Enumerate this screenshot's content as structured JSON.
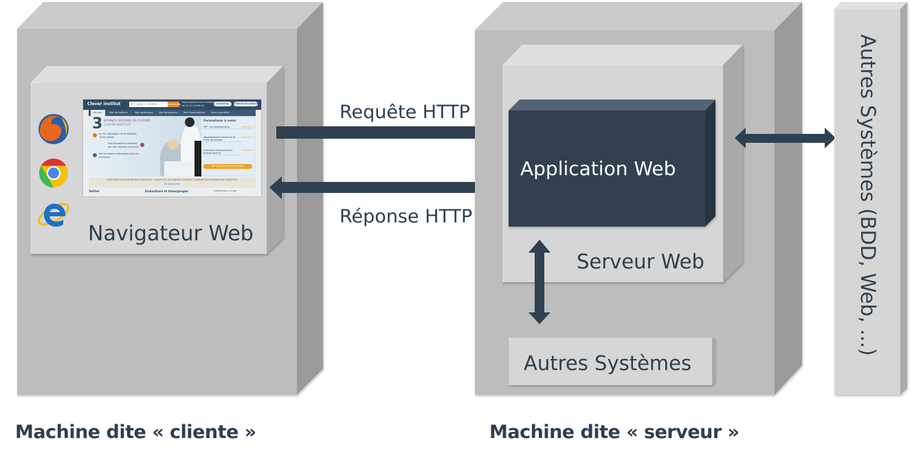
{
  "colors": {
    "dark": "#2f4050",
    "machine_front": "#bdbdbd",
    "machine_top": "#cacaca",
    "machine_side": "#9a9a9a",
    "inner_front": "#d6d6d6",
    "inner_top": "#e0e0e0",
    "inner_side": "#a9a9a9"
  },
  "client": {
    "browser_box_label": "Navigateur Web",
    "browser_icons": [
      "firefox-icon",
      "chrome-icon",
      "internet-explorer-icon"
    ],
    "caption": "Machine dite « cliente »"
  },
  "website_thumbnail": {
    "logo": "Clever institut",
    "search_placeholder": "Ex : java, c, mobile, ...",
    "search_button": "Rechercher",
    "contact_line1": "Vous pouvez nous contacter",
    "contact_line2": "au 01 53 34 66 10",
    "login_button": "Connexion",
    "signup_button": "Création de compte",
    "nav": [
      "Accueil",
      "Nos formations",
      "Nos workshops",
      "Nos formateurs",
      "Nos implantations",
      "Nous connaître"
    ],
    "hero_number": "3",
    "hero_title": "BONNES RAISONS DE CHOISIR",
    "hero_subtitle": "CLEVER INSTITUT",
    "reasons": [
      "Le 1er catalogue de formations 100% digital",
      "Des formations animées par des experts reconnus",
      "De nombreux avantages pour les membres"
    ],
    "upcoming_title": "Formations à venir",
    "upcoming": [
      "PHP : les fondamentaux",
      "Développement JavaScript et HTML dynamique",
      "Formation Développement Android avancé"
    ],
    "upcoming_button": "Voir les prochaines formations",
    "banner_text": "PARTICIPEZ À NOTRE RÉSEAU VERTUEUX : COLLECTEZ LES BADGES CLEVER ET GAGNEZ DES FORMATIONS GRATUITES",
    "banner_link": "En savoir plus",
    "footer_twitter": "Twitter",
    "footer_reviews": "Evaluations et témoignages",
    "footer_side": "FORMATION À LA UNE"
  },
  "arrows": {
    "request_label": "Requête HTTP",
    "response_label": "Réponse HTTP"
  },
  "server": {
    "app_label": "Application Web",
    "web_server_label": "Serveur Web",
    "other_systems_label": "Autres Systèmes",
    "caption": "Machine dite « serveur »"
  },
  "external": {
    "label": "Autres Systèmes (BDD, Web, ...)"
  }
}
